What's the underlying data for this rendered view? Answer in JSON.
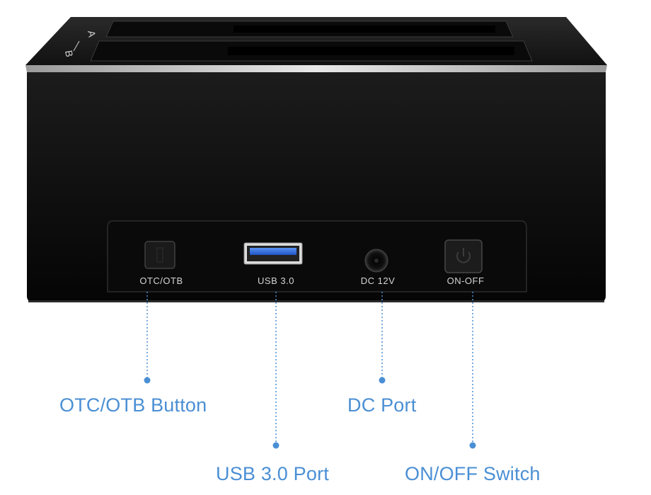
{
  "device": {
    "bay_letter_a": "A",
    "bay_letter_b": "B",
    "port_labels": {
      "otc": "OTC/OTB",
      "usb": "USB 3.0",
      "dc": "DC 12V",
      "onoff": "ON-OFF"
    }
  },
  "callouts": {
    "otc_button": "OTC/OTB Button",
    "dc_port": "DC Port",
    "usb_port": "USB 3.0 Port",
    "onoff_switch": "ON/OFF Switch"
  },
  "colors": {
    "accent": "#4a8fd4",
    "device_body": "#0f0f0f",
    "usb_blue": "#2f6fe0"
  }
}
